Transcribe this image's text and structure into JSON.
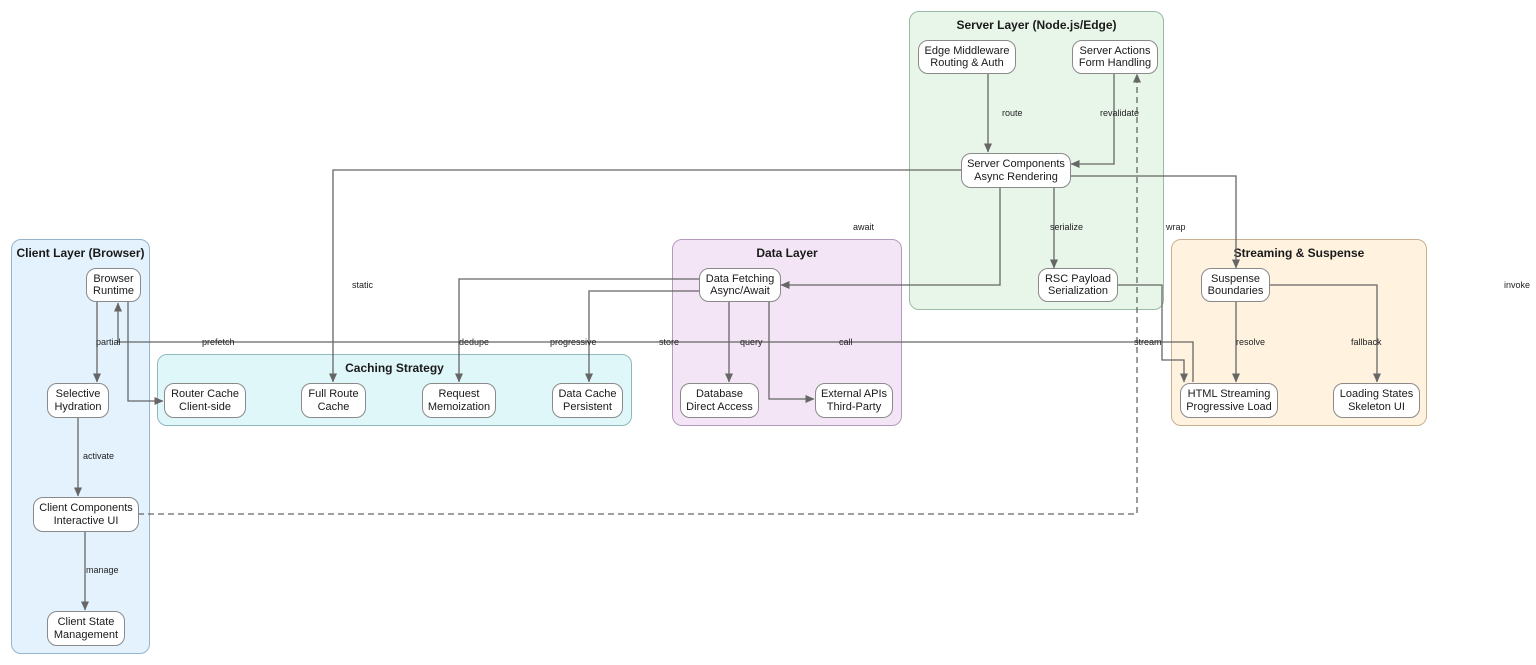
{
  "clusters": {
    "server": {
      "title": "Server Layer (Node.js/Edge)",
      "fill": "#e8f5e9",
      "stroke": "#9ab9a7"
    },
    "client": {
      "title": "Client Layer (Browser)",
      "fill": "#e3f2fd",
      "stroke": "#93b4cc"
    },
    "data": {
      "title": "Data Layer",
      "fill": "#f3e5f5",
      "stroke": "#b49bbd"
    },
    "stream": {
      "title": "Streaming & Suspense",
      "fill": "#fff3e0",
      "stroke": "#c8b08f"
    },
    "caching": {
      "title": "Caching Strategy",
      "fill": "#e0f7fa",
      "stroke": "#8fb9bf"
    }
  },
  "nodes": {
    "edge_middleware": {
      "line1": "Edge Middleware",
      "line2": "Routing & Auth"
    },
    "server_actions": {
      "line1": "Server Actions",
      "line2": "Form Handling"
    },
    "server_components": {
      "line1": "Server Components",
      "line2": "Async Rendering"
    },
    "rsc_payload": {
      "line1": "RSC Payload",
      "line2": "Serialization"
    },
    "browser_runtime": {
      "line1": "Browser",
      "line2": "Runtime"
    },
    "selective_hydration": {
      "line1": "Selective",
      "line2": "Hydration"
    },
    "client_components": {
      "line1": "Client Components",
      "line2": "Interactive UI"
    },
    "client_state": {
      "line1": "Client State",
      "line2": "Management"
    },
    "data_fetching": {
      "line1": "Data Fetching",
      "line2": "Async/Await"
    },
    "database": {
      "line1": "Database",
      "line2": "Direct Access"
    },
    "external_apis": {
      "line1": "External APIs",
      "line2": "Third-Party"
    },
    "suspense": {
      "line1": "Suspense",
      "line2": "Boundaries"
    },
    "html_streaming": {
      "line1": "HTML Streaming",
      "line2": "Progressive Load"
    },
    "loading_states": {
      "line1": "Loading States",
      "line2": "Skeleton UI"
    },
    "router_cache": {
      "line1": "Router Cache",
      "line2": "Client-side"
    },
    "full_route_cache": {
      "line1": "Full Route",
      "line2": "Cache"
    },
    "request_memo": {
      "line1": "Request",
      "line2": "Memoization"
    },
    "data_cache": {
      "line1": "Data Cache",
      "line2": "Persistent"
    }
  },
  "edge_labels": {
    "route": "route",
    "revalidate": "revalidate",
    "serialize": "serialize",
    "await": "await",
    "wrap": "wrap",
    "static": "static",
    "invoke": "invoke",
    "partial": "partial",
    "prefetch": "prefetch",
    "dedupe": "dedupe",
    "progressive": "progressive",
    "store": "store",
    "query": "query",
    "call": "call",
    "stream": "stream",
    "resolve": "resolve",
    "fallback": "fallback",
    "activate": "activate",
    "manage": "manage"
  },
  "colors": {
    "edge": "#666666"
  }
}
